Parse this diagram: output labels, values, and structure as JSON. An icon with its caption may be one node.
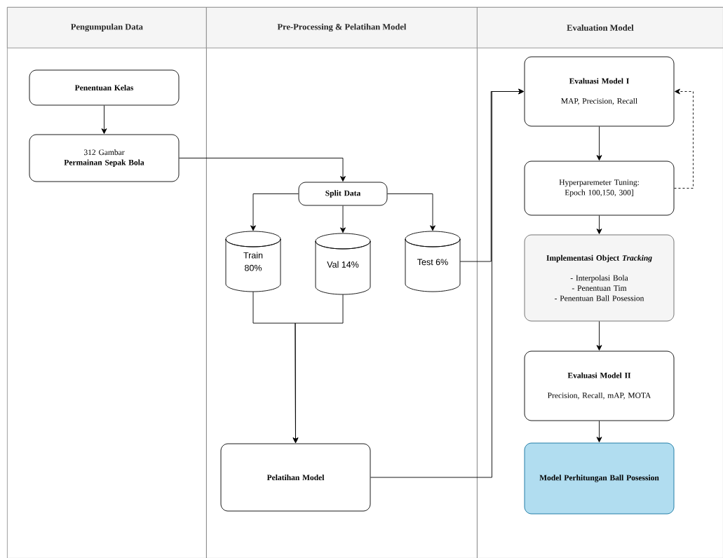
{
  "diagram": {
    "nodes": [
      {
        "text": [
          "Pengumpulan Data"
        ]
      },
      {
        "text": [
          "Pre-Processing & Pelatihan Model"
        ]
      },
      {
        "text": [
          "Evaluation Model"
        ]
      },
      {
        "text": [
          "Penentuan Kelas"
        ],
        "in": 0
      },
      {
        "text": [
          "312 Gambar",
          "Permainan Sepak Bola"
        ],
        "in": 0
      },
      {
        "text": [
          "Split Data"
        ],
        "in": 1
      },
      {
        "text": [
          "Train 80%"
        ],
        "in": 1
      },
      {
        "text": [
          "Val 14%"
        ],
        "in": 1
      },
      {
        "text": [
          "Test 6%"
        ],
        "in": 1
      },
      {
        "text": [
          "Pelatihan Model"
        ],
        "in": 1
      },
      {
        "text": [
          "Evaluasi Model I",
          "MAP, Precision, Recall"
        ],
        "in": 2
      },
      {
        "text": [
          "Hyperparemeter Tuning: Epoch 100,150, 300]"
        ],
        "in": 2
      },
      {
        "text": [
          "Implementasi Object *Tracking*",
          "- Interpolasi Bola",
          "- Penentuan Tim",
          "- Penentuan Ball Posession"
        ],
        "in": 2
      },
      {
        "text": [
          "Evaluasi Model II",
          "Precision, Recall, mAP, MOTA"
        ],
        "in": 2
      },
      {
        "text": [
          "Model Perhitungan Ball Posession"
        ],
        "in": 2
      }
    ],
    "edges": [
      {
        "from": 3,
        "to": 4,
        "arrow": "to"
      },
      {
        "from": 4,
        "to": 5,
        "arrow": "to"
      },
      {
        "from": 5,
        "to": 6,
        "arrow": "to"
      },
      {
        "from": 5,
        "to": 7,
        "arrow": "to"
      },
      {
        "from": 5,
        "to": 8,
        "arrow": "to"
      },
      {
        "from": 6,
        "to": 9,
        "arrow": "to"
      },
      {
        "from": 7,
        "to": 9,
        "arrow": "to"
      },
      {
        "from": 8,
        "to": 10,
        "arrow": "to"
      },
      {
        "from": 9,
        "to": 10,
        "arrow": "to"
      },
      {
        "from": 10,
        "to": 11,
        "arrow": "to"
      },
      {
        "from": 11,
        "to": 10,
        "arrow": "to",
        "style": "dashed"
      },
      {
        "from": 11,
        "to": 12,
        "arrow": "to"
      },
      {
        "from": 12,
        "to": 13,
        "arrow": "to"
      },
      {
        "from": 13,
        "to": 14,
        "arrow": "to"
      }
    ]
  }
}
